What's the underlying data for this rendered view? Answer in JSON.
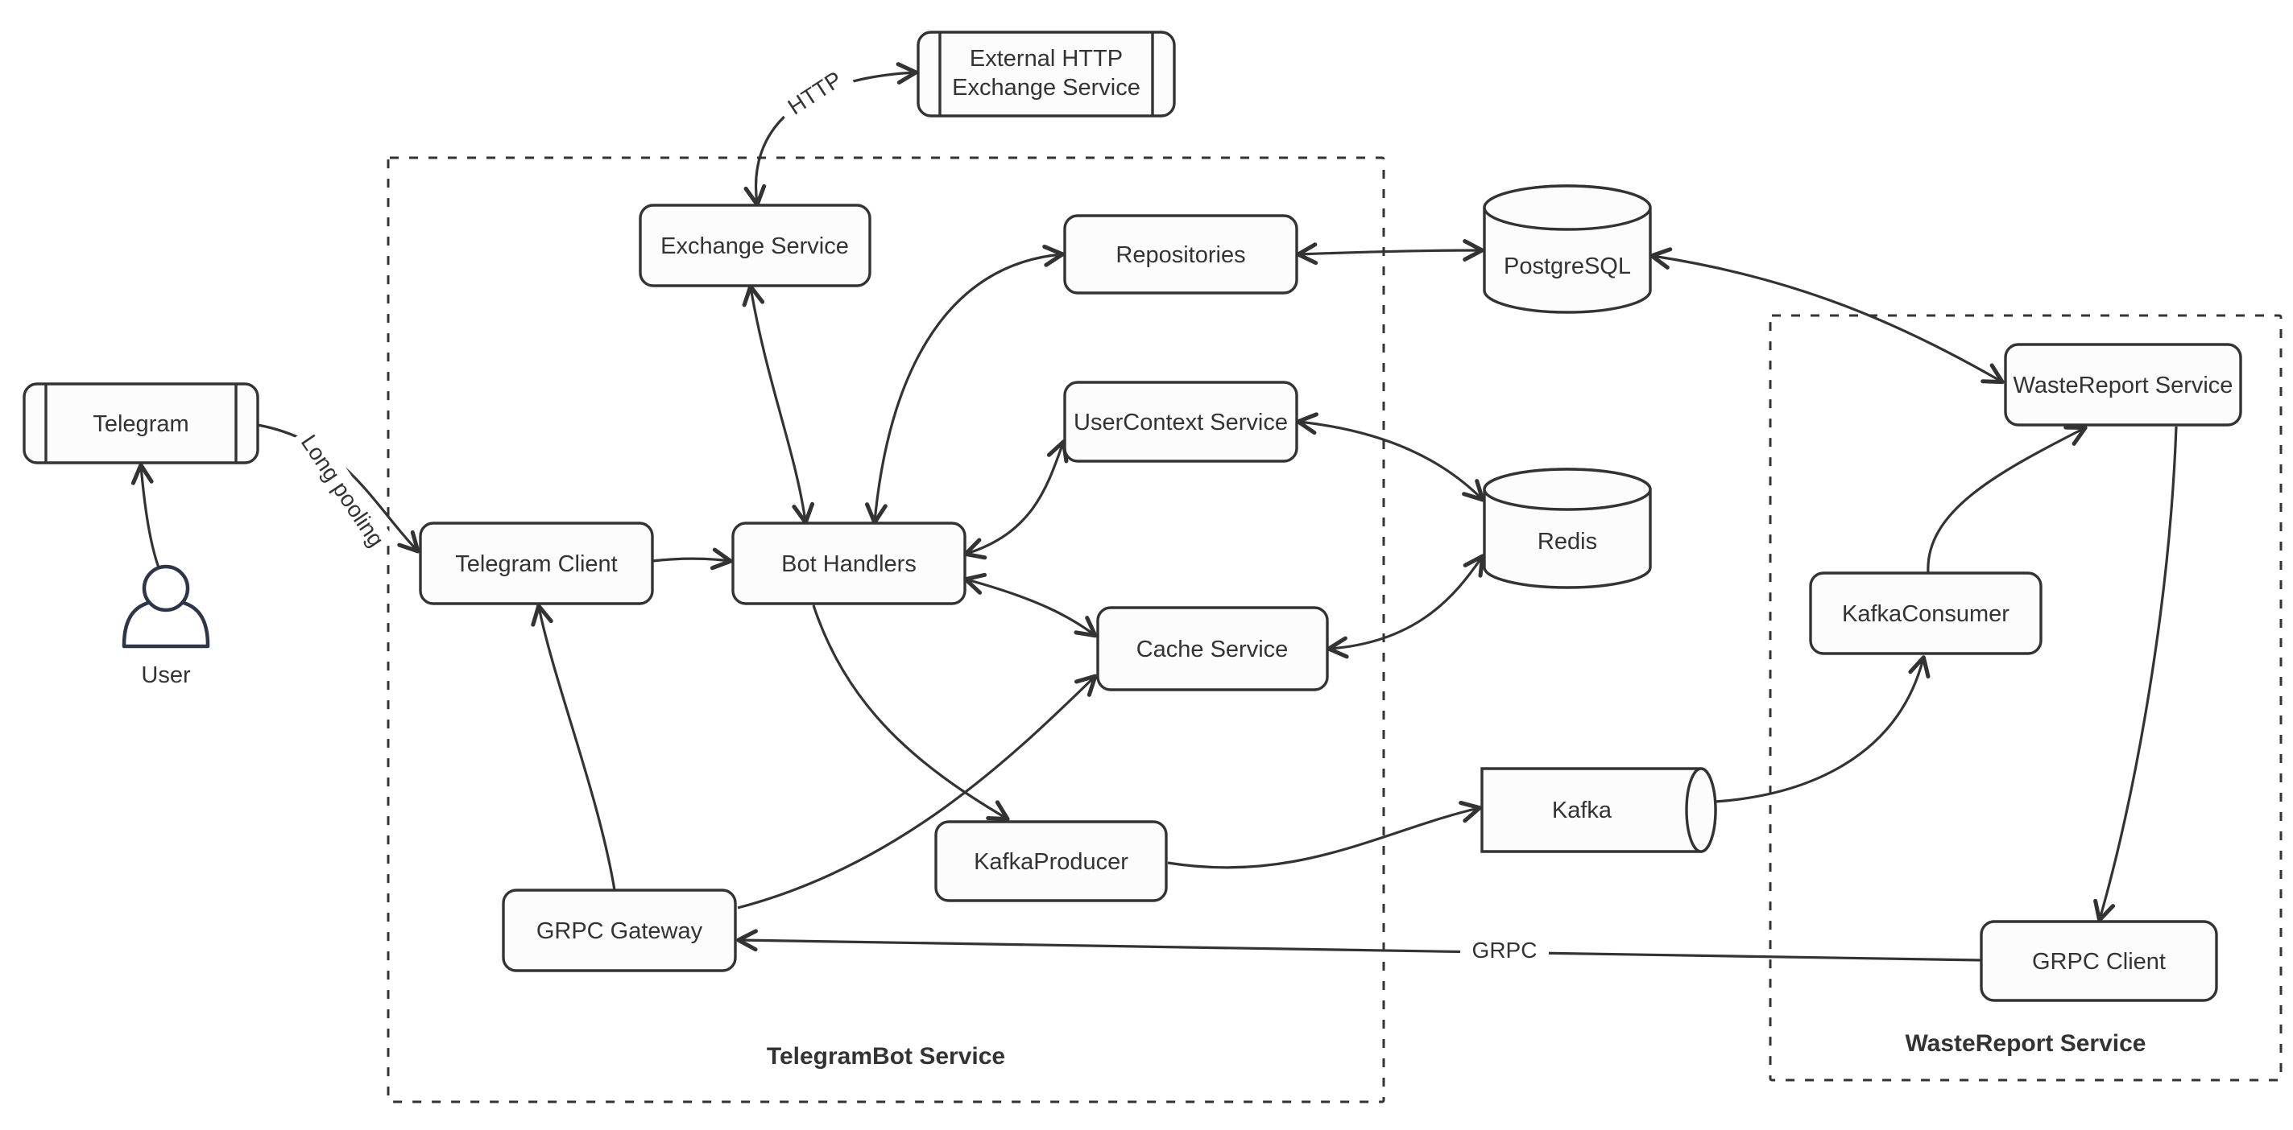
{
  "diagram_type": "architecture-flowchart",
  "colors": {
    "line": "#333333",
    "text": "#333333",
    "node_fill": "#fcfcfc",
    "actor_stroke": "#2d3648",
    "background": "#ffffff"
  },
  "clusters": {
    "telegrambot": {
      "label": "TelegramBot Service"
    },
    "wastereport": {
      "label": "WasteReport Service"
    }
  },
  "nodes": {
    "user": {
      "label": "User",
      "shape": "actor"
    },
    "telegram": {
      "label": "Telegram",
      "shape": "subroutine"
    },
    "external_http_exchange": {
      "label": "External HTTP Exchange Service",
      "label_line1": "External HTTP",
      "label_line2": "Exchange Service",
      "shape": "subroutine"
    },
    "exchange_service": {
      "label": "Exchange Service",
      "shape": "rounded-rect"
    },
    "repositories": {
      "label": "Repositories",
      "shape": "rounded-rect"
    },
    "postgresql": {
      "label": "PostgreSQL",
      "shape": "cylinder"
    },
    "usercontext_service": {
      "label": "UserContext Service",
      "shape": "rounded-rect"
    },
    "redis": {
      "label": "Redis",
      "shape": "cylinder"
    },
    "telegram_client": {
      "label": "Telegram Client",
      "shape": "rounded-rect"
    },
    "bot_handlers": {
      "label": "Bot Handlers",
      "shape": "rounded-rect"
    },
    "cache_service": {
      "label": "Cache Service",
      "shape": "rounded-rect"
    },
    "kafka_producer": {
      "label": "KafkaProducer",
      "shape": "rounded-rect"
    },
    "kafka": {
      "label": "Kafka",
      "shape": "horizontal-cylinder"
    },
    "grpc_gateway": {
      "label": "GRPC Gateway",
      "shape": "rounded-rect"
    },
    "wastereport_service_node": {
      "label": "WasteReport Service",
      "shape": "rounded-rect"
    },
    "kafka_consumer": {
      "label": "KafkaConsumer",
      "shape": "rounded-rect"
    },
    "grpc_client": {
      "label": "GRPC Client",
      "shape": "rounded-rect"
    }
  },
  "edges": [
    {
      "from": "User",
      "to": "Telegram",
      "label": "",
      "bidirectional": false
    },
    {
      "from": "Telegram",
      "to": "Telegram Client",
      "label": "Long pooling",
      "bidirectional": false
    },
    {
      "from": "Telegram Client",
      "to": "Bot Handlers",
      "label": "",
      "bidirectional": false
    },
    {
      "from": "Bot Handlers",
      "to": "Exchange Service",
      "label": "",
      "bidirectional": true
    },
    {
      "from": "Exchange Service",
      "to": "External HTTP Exchange Service",
      "label": "HTTP",
      "bidirectional": true
    },
    {
      "from": "Bot Handlers",
      "to": "Repositories",
      "label": "",
      "bidirectional": true
    },
    {
      "from": "Repositories",
      "to": "PostgreSQL",
      "label": "",
      "bidirectional": true
    },
    {
      "from": "Bot Handlers",
      "to": "UserContext Service",
      "label": "",
      "bidirectional": true
    },
    {
      "from": "UserContext Service",
      "to": "Redis",
      "label": "",
      "bidirectional": true
    },
    {
      "from": "Bot Handlers",
      "to": "Cache Service",
      "label": "",
      "bidirectional": true
    },
    {
      "from": "Cache Service",
      "to": "Redis",
      "label": "",
      "bidirectional": true
    },
    {
      "from": "GRPC Gateway",
      "to": "Cache Service",
      "label": "",
      "bidirectional": false
    },
    {
      "from": "Bot Handlers",
      "to": "KafkaProducer",
      "label": "",
      "bidirectional": false
    },
    {
      "from": "KafkaProducer",
      "to": "Kafka",
      "label": "",
      "bidirectional": false
    },
    {
      "from": "Kafka",
      "to": "KafkaConsumer",
      "label": "",
      "bidirectional": false
    },
    {
      "from": "KafkaConsumer",
      "to": "WasteReport Service",
      "label": "",
      "bidirectional": false
    },
    {
      "from": "WasteReport Service",
      "to": "GRPC Client",
      "label": "",
      "bidirectional": false
    },
    {
      "from": "GRPC Client",
      "to": "GRPC Gateway",
      "label": "GRPC",
      "bidirectional": false
    },
    {
      "from": "GRPC Gateway",
      "to": "Telegram Client",
      "label": "",
      "bidirectional": false
    },
    {
      "from": "WasteReport Service",
      "to": "PostgreSQL",
      "label": "",
      "bidirectional": true
    }
  ]
}
